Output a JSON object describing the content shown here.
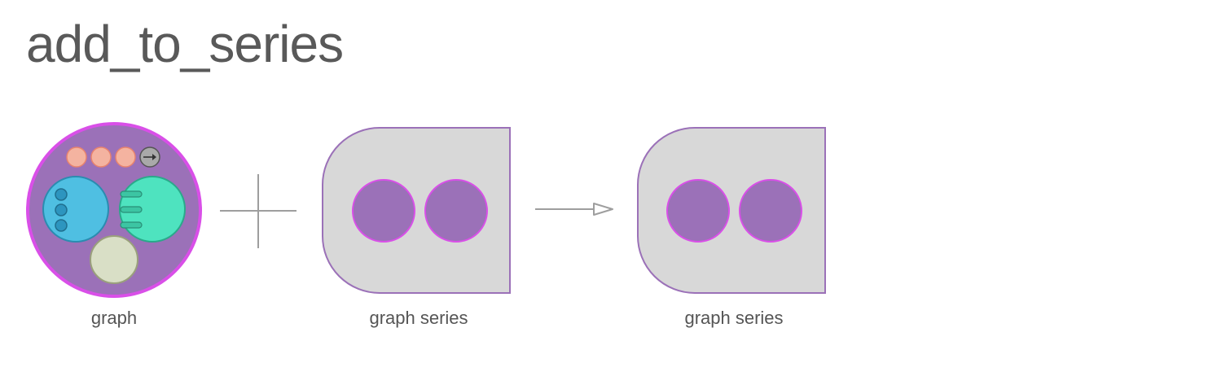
{
  "title": "add_to_series",
  "operands": [
    {
      "label": "graph",
      "icon": "graph-icon"
    },
    {
      "label": "graph series",
      "icon": "graph-series-icon"
    }
  ],
  "operator": {
    "icon": "plus-icon"
  },
  "arrow": {
    "icon": "arrow-right-icon"
  },
  "result": {
    "label": "graph series",
    "icon": "graph-series-icon"
  },
  "colors": {
    "graph_fill": "#9b71b8",
    "graph_stroke": "#d94fe8",
    "queue_dot": "#f4b3a0",
    "queue_dot_stroke": "#e8836e",
    "queue_arrow_fill": "#a9a9a9",
    "left_node_fill": "#4fbfe2",
    "left_node_stroke": "#2a8cb0",
    "right_node_fill": "#4ee3bf",
    "right_node_stroke": "#2aa98a",
    "bottom_node_fill": "#d9dfc6",
    "bottom_node_stroke": "#9aa07c",
    "series_fill": "#d8d8d8",
    "series_stroke": "#9b71b8",
    "series_dot_fill": "#9b71b8",
    "series_dot_stroke": "#d94fe8",
    "operator_color": "#9e9e9e"
  }
}
